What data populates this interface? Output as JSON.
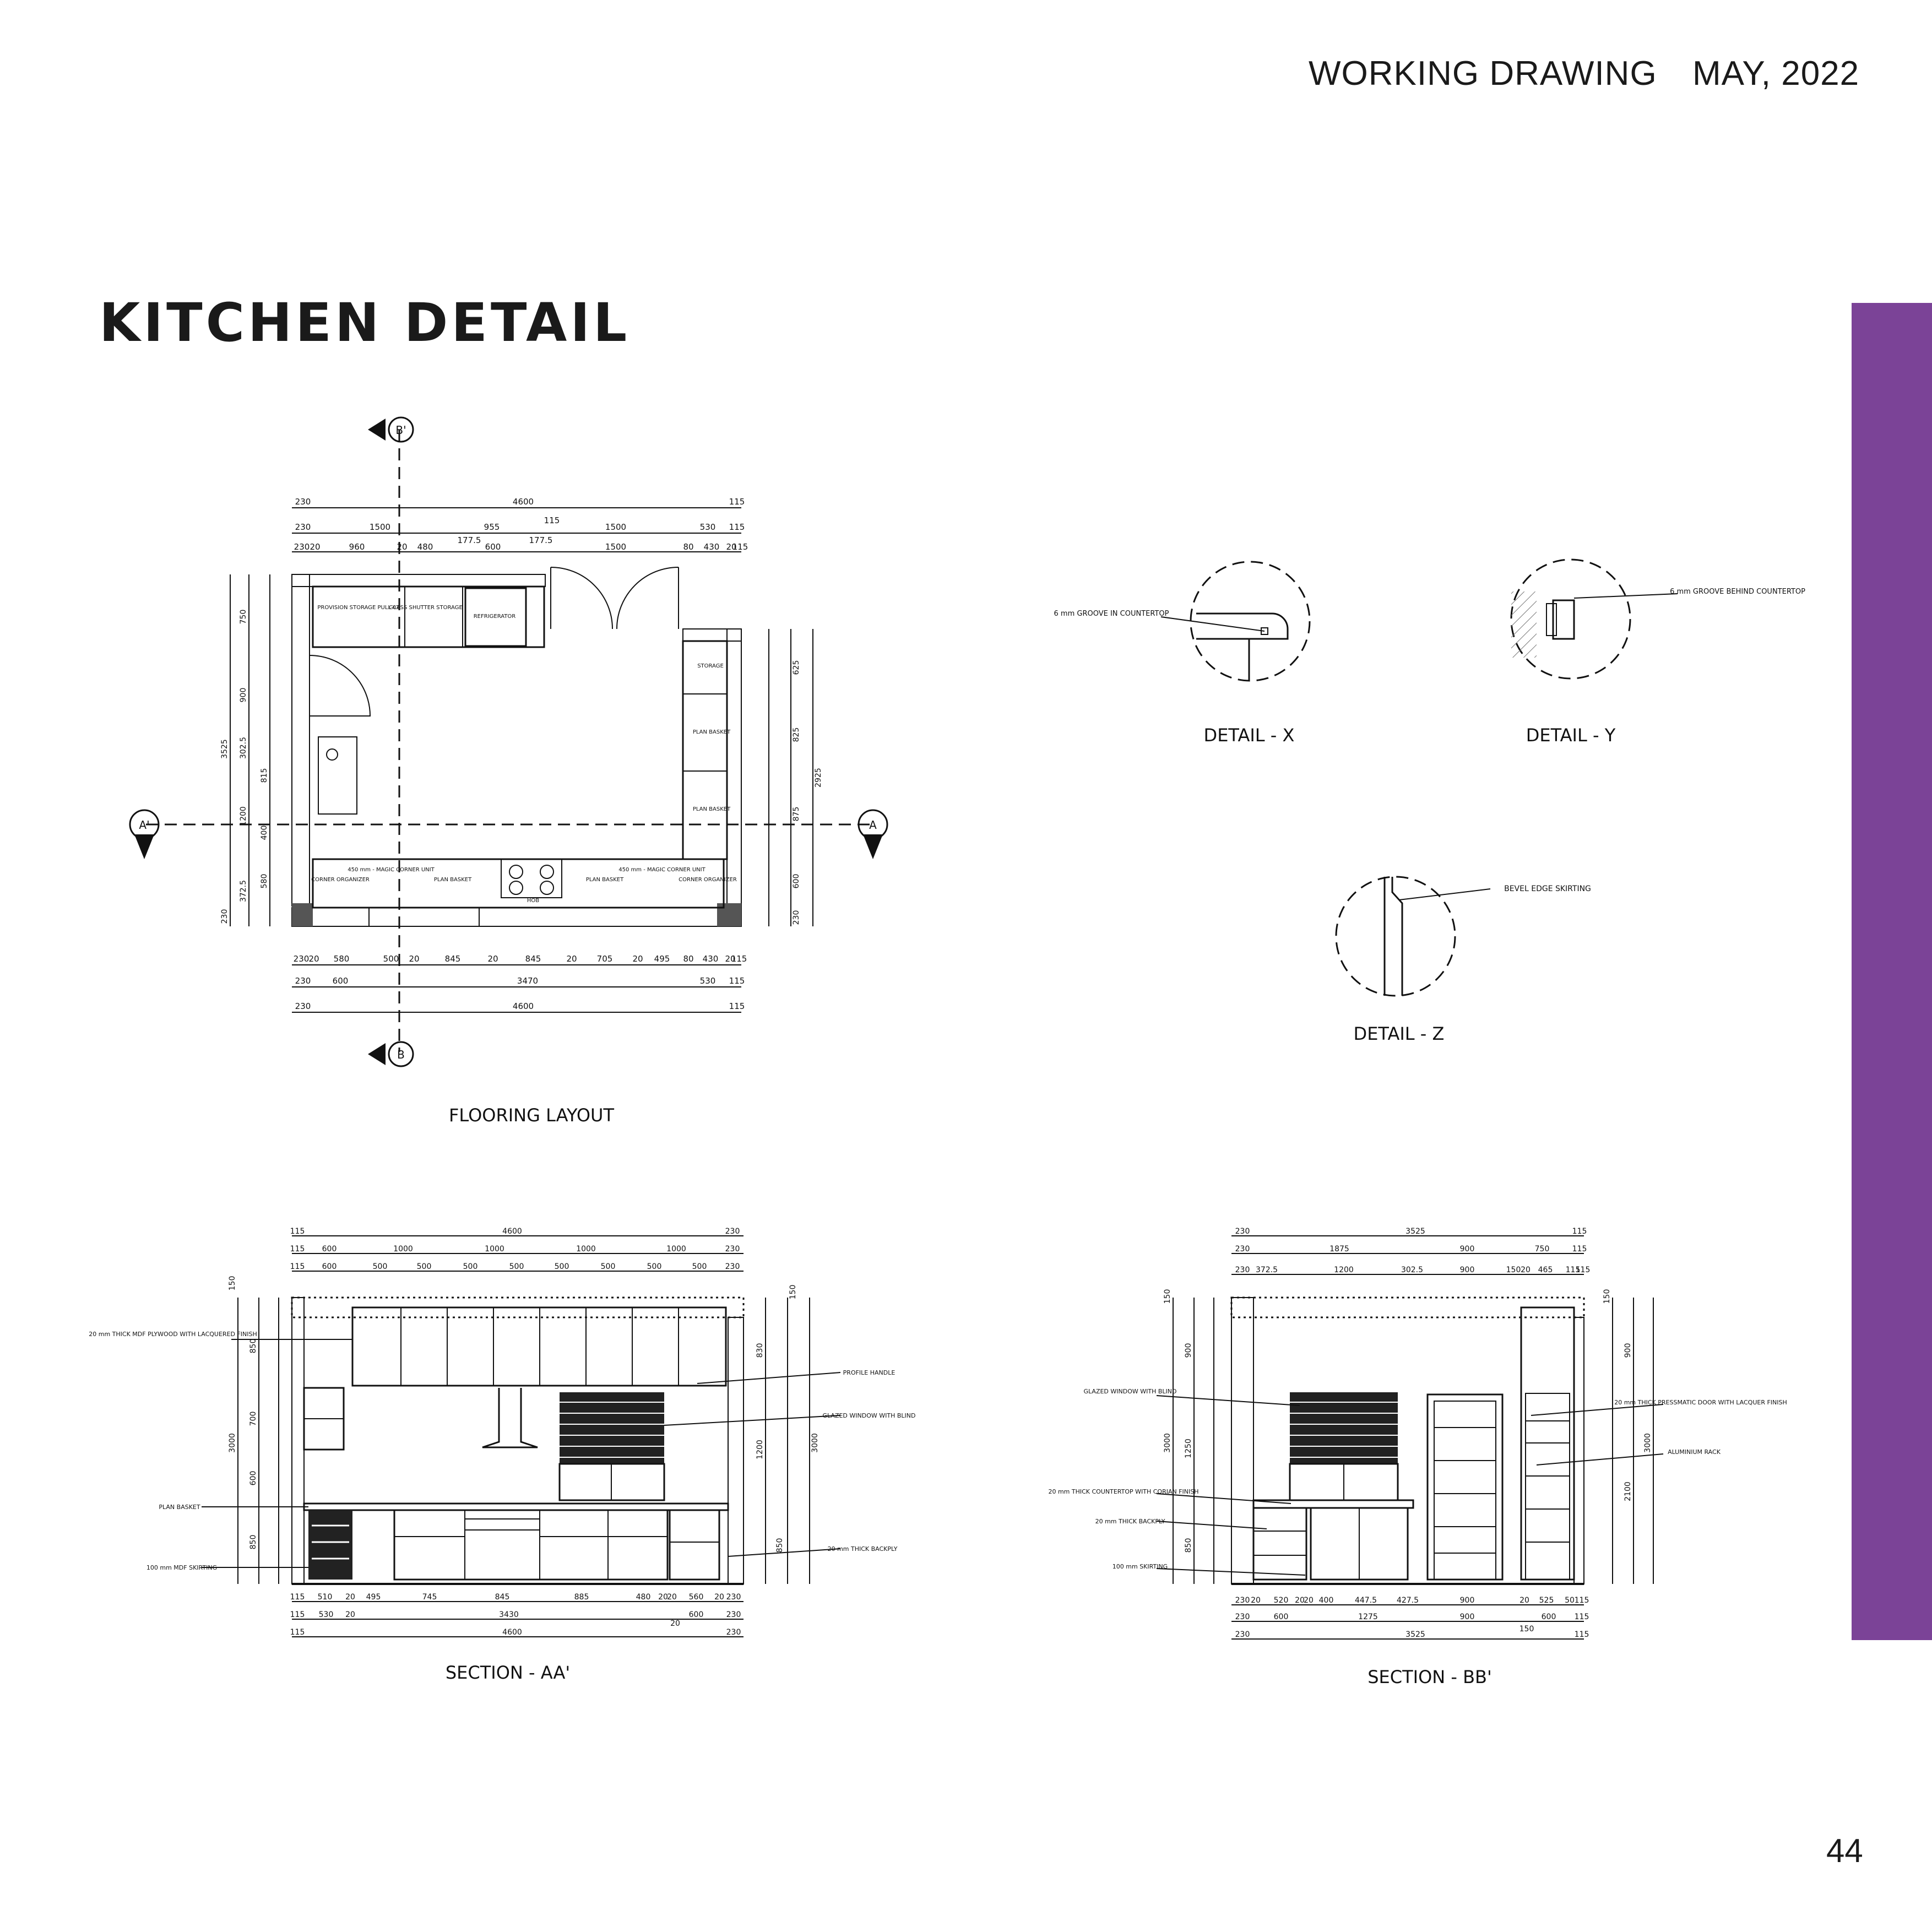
{
  "header": {
    "left": "WORKING DRAWING",
    "right": "MAY, 2022"
  },
  "title": "KITCHEN DETAIL",
  "page_number": "44",
  "accent_color": "#7b4397",
  "details": [
    {
      "caption": "DETAIL - X",
      "note": "6 mm GROOVE IN COUNTERTOP"
    },
    {
      "caption": "DETAIL - Y",
      "note": "6 mm GROOVE BEHIND COUNTERTOP"
    },
    {
      "caption": "DETAIL - Z",
      "note": "BEVEL EDGE SKIRTING"
    }
  ],
  "flooring_layout": {
    "caption": "FLOORING LAYOUT",
    "section_markers": [
      "B'",
      "B",
      "A'",
      "A"
    ],
    "top_dims": {
      "row1": [
        "230",
        "4600",
        "115"
      ],
      "row2": [
        "230",
        "1500",
        "955",
        "115",
        "1500",
        "530",
        "115"
      ],
      "row3": [
        "230",
        "20",
        "960",
        "20",
        "480",
        "177.5",
        "600",
        "177.5",
        "1500",
        "80",
        "430",
        "20",
        "115"
      ]
    },
    "bottom_dims": {
      "row1": [
        "230",
        "20",
        "580",
        "500",
        "20",
        "845",
        "20",
        "845",
        "20",
        "705",
        "20",
        "495",
        "80",
        "430",
        "20",
        "115"
      ],
      "row2": [
        "230",
        "600",
        "3470",
        "530",
        "115"
      ],
      "row3": [
        "230",
        "4600",
        "115"
      ]
    },
    "left_dims": [
      "3525",
      "750",
      "900",
      "302.5",
      "815",
      "1200",
      "400",
      "580",
      "372.5",
      "230"
    ],
    "right_dims": [
      "2925",
      "625",
      "825",
      "875",
      "600",
      "230"
    ],
    "labels": [
      "PROVISION STORAGE PULL 0T.",
      "GLASS SHUTTER STORAGE",
      "REFRIGERATOR",
      "STORAGE",
      "PLAN BASKET",
      "PLAN BASKET",
      "CORNER ORGANIZER",
      "450 mm - MAGIC CORNER UNIT",
      "PLAN BASKET",
      "HOB",
      "PLAN BASKET",
      "450 mm - MAGIC CORNER UNIT",
      "CORNER ORGANIZER"
    ]
  },
  "section_aa": {
    "caption": "SECTION - AA'",
    "top_dims": {
      "row1": [
        "115",
        "4600",
        "230"
      ],
      "row2": [
        "115",
        "600",
        "1000",
        "1000",
        "1000",
        "1000",
        "230"
      ],
      "row3": [
        "115",
        "600",
        "500",
        "500",
        "500",
        "500",
        "500",
        "500",
        "500",
        "500",
        "230"
      ]
    },
    "bottom_dims": {
      "row1": [
        "115",
        "510",
        "20",
        "495",
        "745",
        "845",
        "885",
        "480",
        "20",
        "20",
        "560",
        "20",
        "230"
      ],
      "row2": [
        "115",
        "530",
        "20",
        "3430",
        "600",
        "230"
      ],
      "row3": [
        "115",
        "4600",
        "20",
        "230"
      ]
    },
    "left_dims": [
      "3000",
      "150",
      "850",
      "700",
      "600",
      "850"
    ],
    "right_dims": [
      "3000",
      "150",
      "830",
      "1200",
      "850"
    ],
    "notes": [
      "20 mm THICK MDF PLYWOOD WITH LACQUERED FINISH",
      "PLAN BASKET",
      "100 mm MDF SKIRTING",
      "PROFILE HANDLE",
      "GLAZED WINDOW WITH BLIND",
      "20 mm THICK BACKPLY"
    ]
  },
  "section_bb": {
    "caption": "SECTION - BB'",
    "top_dims": {
      "row1": [
        "230",
        "3525",
        "115"
      ],
      "row2": [
        "230",
        "1875",
        "900",
        "750",
        "115"
      ],
      "row3": [
        "230",
        "372.5",
        "1200",
        "302.5",
        "900",
        "150",
        "20",
        "465",
        "115",
        "115"
      ]
    },
    "bottom_dims": {
      "row1": [
        "230",
        "20",
        "520",
        "20",
        "20",
        "400",
        "447.5",
        "427.5",
        "900",
        "20",
        "525",
        "50",
        "115"
      ],
      "row2": [
        "230",
        "600",
        "1275",
        "900",
        "600",
        "115"
      ],
      "row3": [
        "230",
        "3525",
        "150",
        "115"
      ]
    },
    "left_dims": [
      "3000",
      "150",
      "900",
      "1250",
      "850"
    ],
    "right_dims": [
      "3000",
      "150",
      "900",
      "2100"
    ],
    "notes": [
      "GLAZED WINDOW WITH BLIND",
      "20 mm THICK COUNTERTOP WITH CORIAN FINISH",
      "20 mm THICK BACKPLY",
      "100 mm SKIRTING",
      "20 mm THICK PRESSMATIC DOOR WITH LACQUER FINISH",
      "ALUMINIUM RACK"
    ]
  }
}
